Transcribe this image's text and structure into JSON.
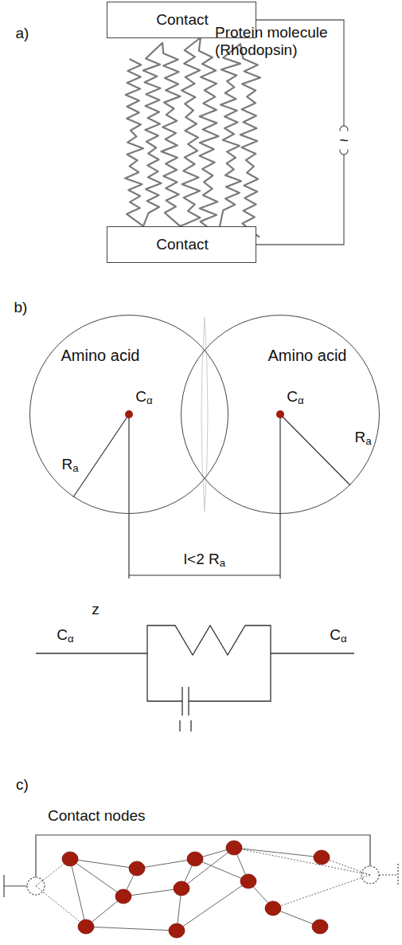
{
  "diagram": {
    "nodes": [
      {
        "text": [
          "Contact"
        ]
      },
      {
        "text": [
          "Contact"
        ]
      },
      {
        "text": [
          "Amino acid",
          "Cα",
          "Ra"
        ]
      },
      {
        "text": [
          "Amino acid",
          "Cα",
          "Ra"
        ]
      }
    ],
    "edges": [
      {
        "from": 0,
        "to": 1,
        "arrow": "none",
        "label": "~"
      }
    ],
    "labels": [
      "a)",
      "Protein molecule (Rhodopsin)",
      "b)",
      "l<2 Ra",
      "z",
      "Cα",
      "Cα",
      "c)",
      "Contact nodes"
    ]
  }
}
